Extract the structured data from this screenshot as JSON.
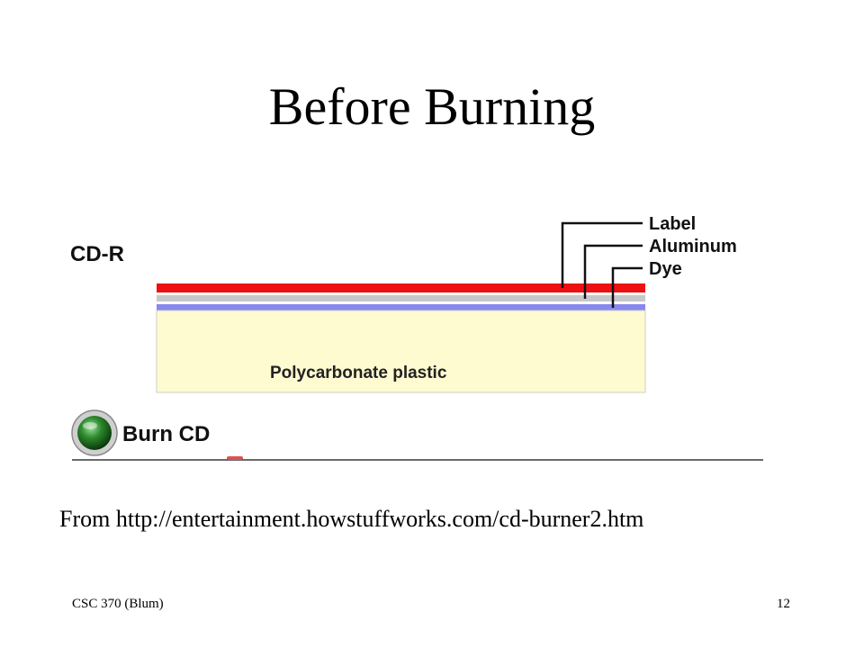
{
  "slide": {
    "title": "Before Burning",
    "source": "From http://entertainment.howstuffworks.com/cd-burner2.htm"
  },
  "diagram": {
    "disc_label": "CD-R",
    "layers": [
      "Label",
      "Aluminum",
      "Dye"
    ],
    "substrate_label": "Polycarbonate plastic",
    "burn_button_label": "Burn CD",
    "colors": {
      "label_layer": "#ee1111",
      "aluminum_layer": "#c8c8c8",
      "dye_layer": "#8888ee",
      "polycarbonate": "#fffbd0",
      "button": "#2e8b2e"
    }
  },
  "footer": {
    "course": "CSC 370 (Blum)",
    "page_number": "12"
  }
}
